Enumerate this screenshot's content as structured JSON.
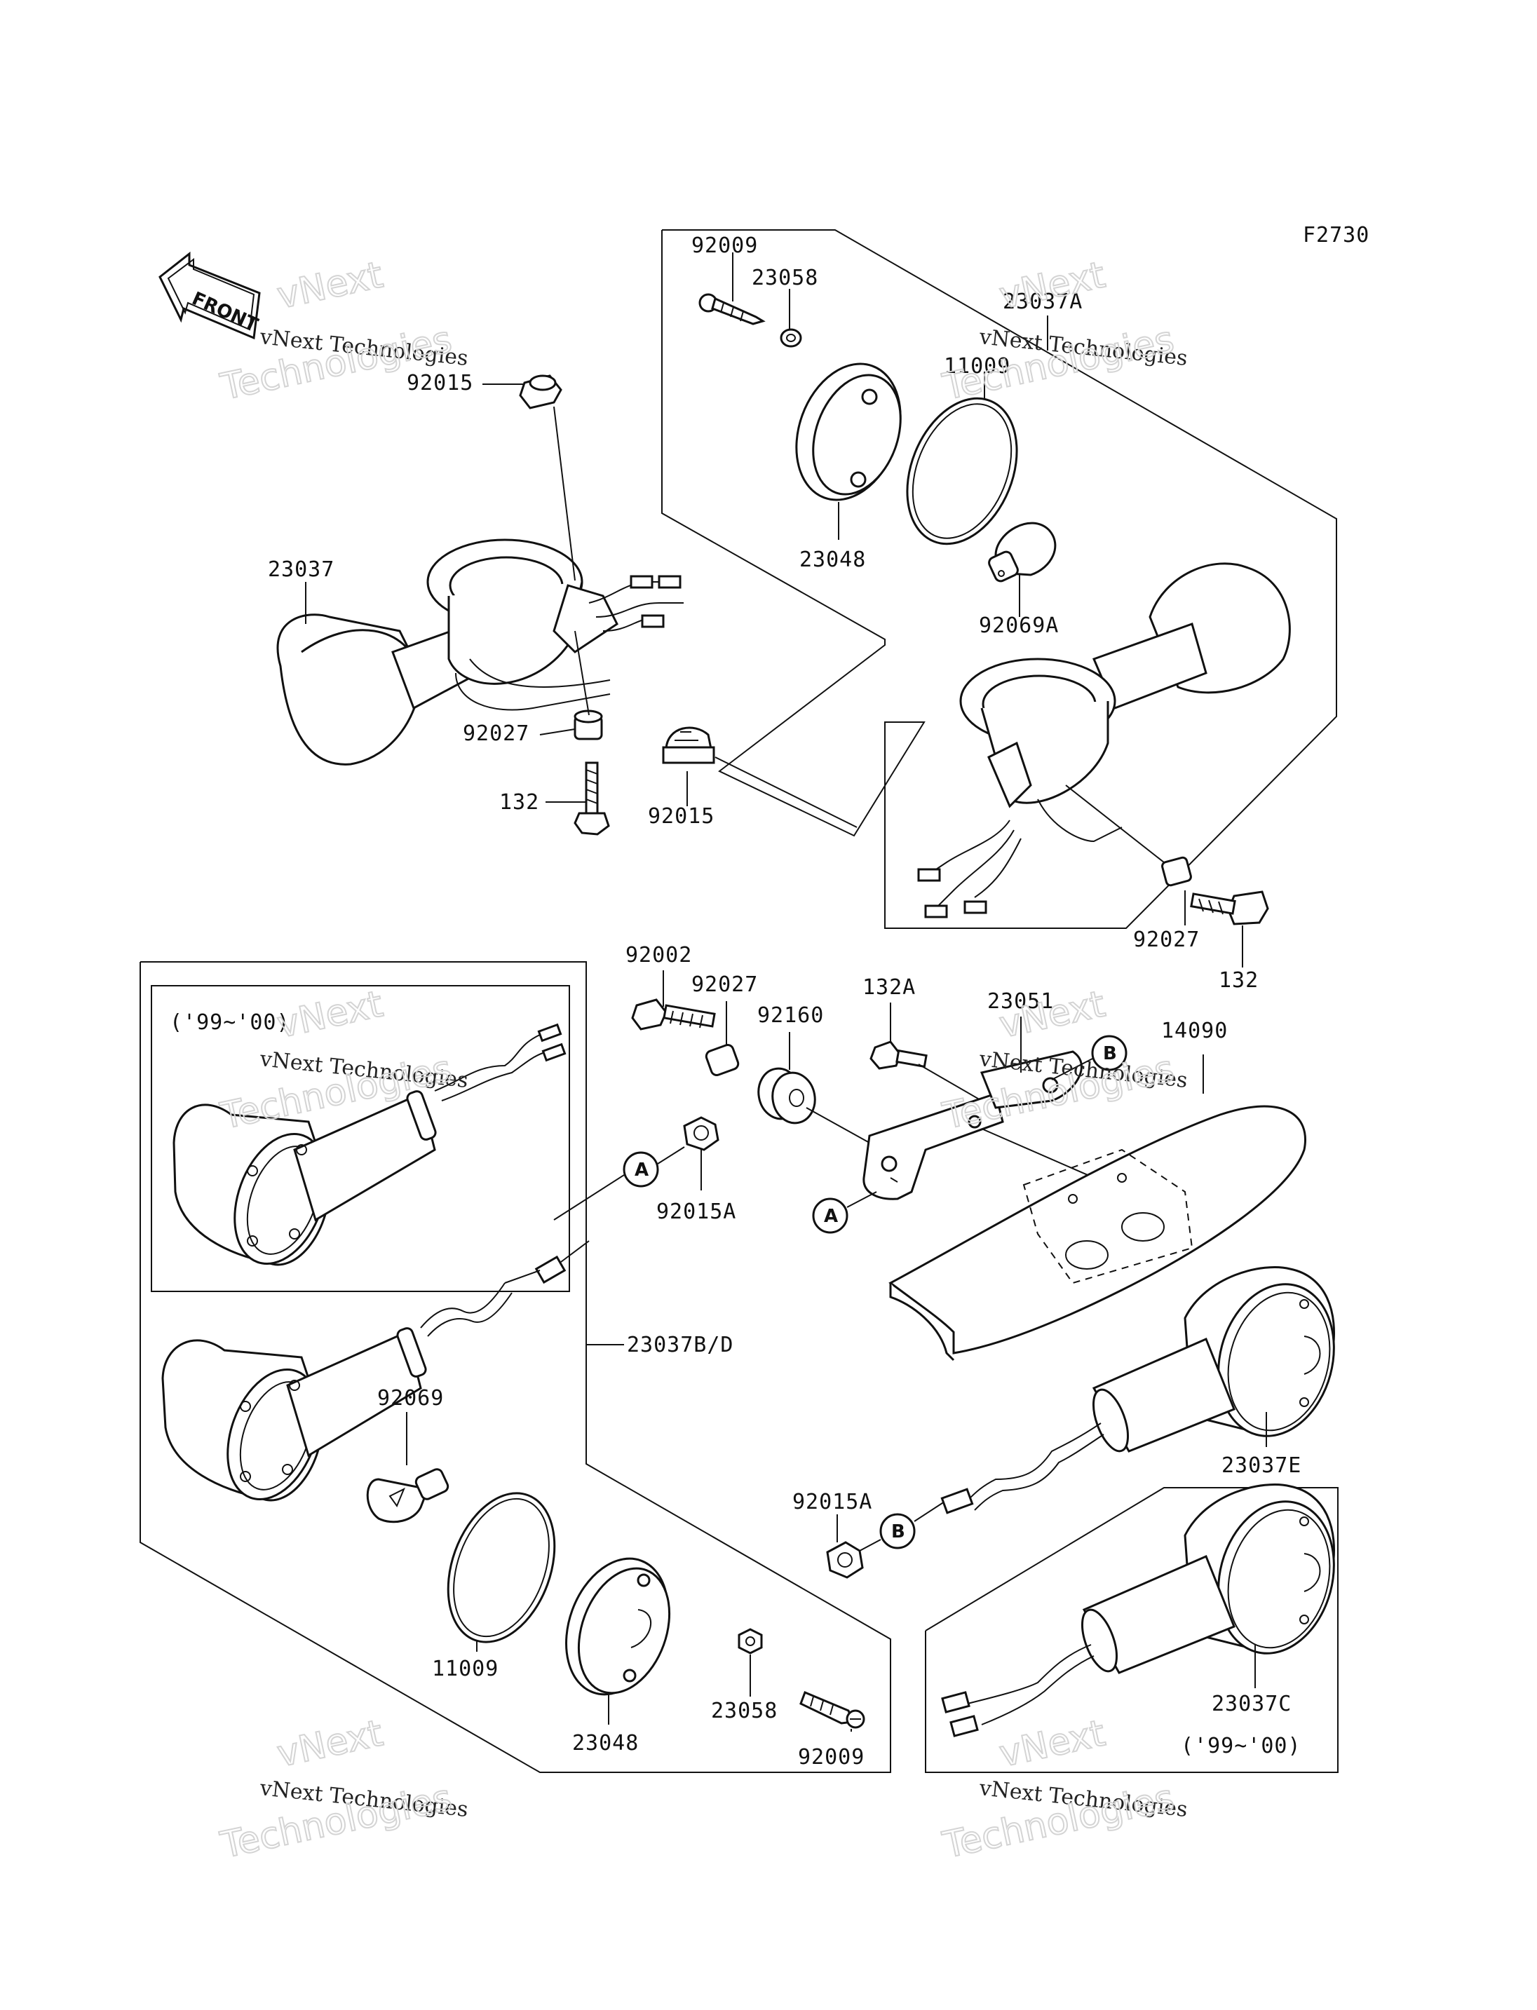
{
  "figure_code": "F2730",
  "front_label": "FRONT",
  "watermark": {
    "line1": "vNext",
    "line2": "vNext Technologies",
    "line3": "Technologies"
  },
  "variant_note": "('99~'00)",
  "callouts": {
    "a": "A",
    "b": "B"
  },
  "part_labels": {
    "p92009_top": "92009",
    "p23058_top": "23058",
    "p23037A": "23037A",
    "p11009_top": "11009",
    "p23048_top": "23048",
    "p92069A": "92069A",
    "p92015_left": "92015",
    "p23037": "23037",
    "p92027_left": "92027",
    "p132_left": "132",
    "p92015_mid": "92015",
    "p92027_right": "92027",
    "p132_right": "132",
    "p92002": "92002",
    "p92027_mid": "92027",
    "p92160": "92160",
    "p132A": "132A",
    "p23051": "23051",
    "p14090": "14090",
    "p92015A_top": "92015A",
    "p23037BD": "23037B/D",
    "p92069": "92069",
    "p11009_bottom": "11009",
    "p23048_bottom": "23048",
    "p23058_bottom": "23058",
    "p92009_bottom": "92009",
    "p23037E": "23037E",
    "p92015A_bottom": "92015A",
    "p23037C": "23037C"
  }
}
